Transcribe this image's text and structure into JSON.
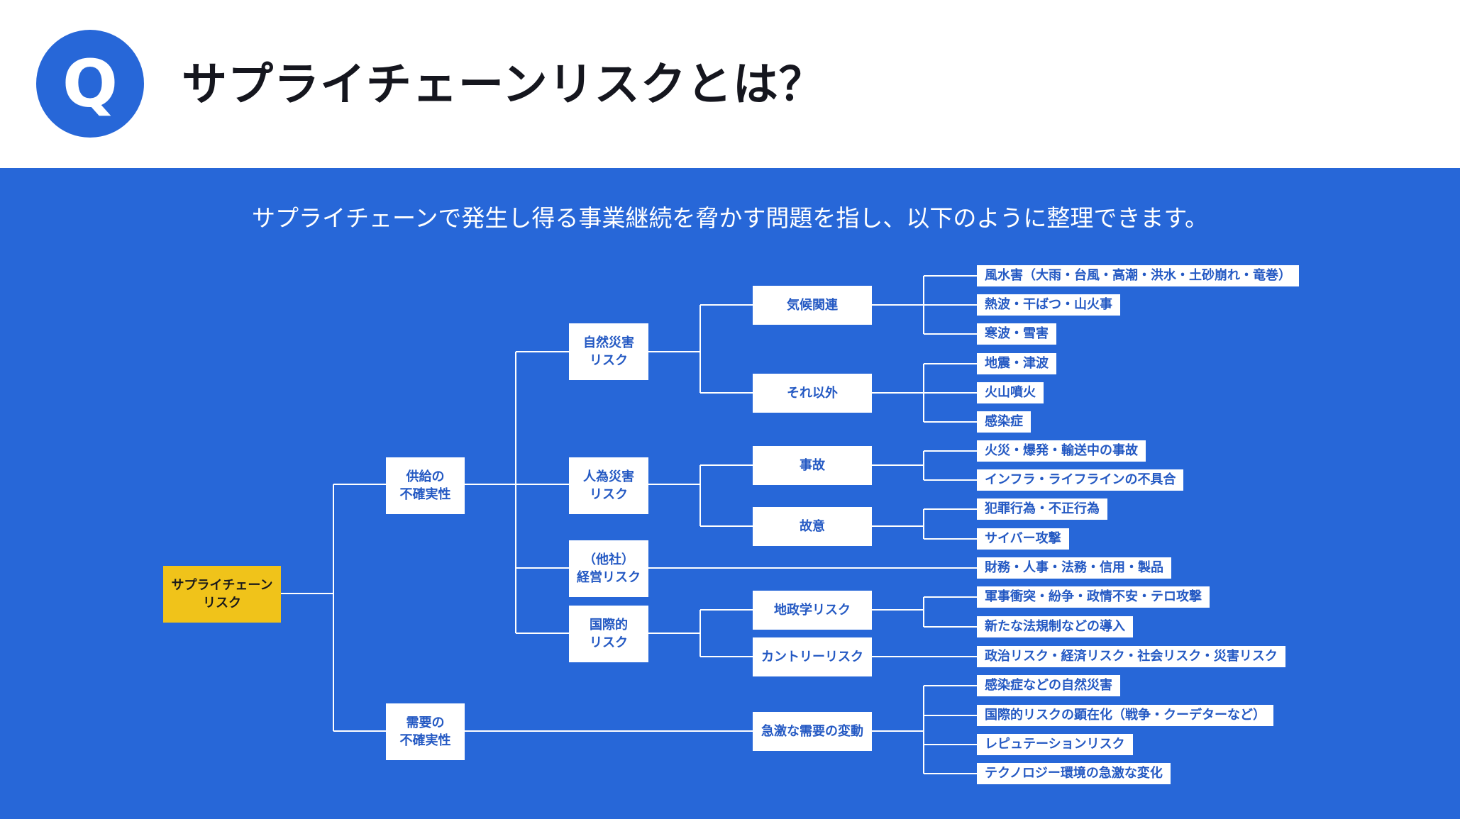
{
  "header": {
    "badge": "Q",
    "title": "サプライチェーンリスクとは？"
  },
  "subtitle": "サプライチェーンで発生し得る事業継続を脅かす問題を指し、以下のように整理できます。",
  "colors": {
    "panel": "#2767d8",
    "root": "#f0c31a",
    "node_text": "#2459c3",
    "line": "#ffffff"
  },
  "tree": {
    "root": "サプライチェーン\nリスク",
    "level1": [
      "供給の\n不確実性",
      "需要の\n不確実性"
    ],
    "level2": [
      "自然災害\nリスク",
      "人為災害\nリスク",
      "（他社）\n経営リスク",
      "国際的\nリスク"
    ],
    "level3": [
      "気候関連",
      "それ以外",
      "事故",
      "故意",
      "地政学リスク",
      "カントリーリスク",
      "急激な需要の変動"
    ],
    "leaves": [
      "風水害（大雨・台風・高潮・洪水・土砂崩れ・竜巻）",
      "熱波・干ばつ・山火事",
      "寒波・雪害",
      "地震・津波",
      "火山噴火",
      "感染症",
      "火災・爆発・輸送中の事故",
      "インフラ・ライフラインの不具合",
      "犯罪行為・不正行為",
      "サイバー攻撃",
      "財務・人事・法務・信用・製品",
      "軍事衝突・紛争・政情不安・テロ攻撃",
      "新たな法規制などの導入",
      "政治リスク・経済リスク・社会リスク・災害リスク",
      "感染症などの自然災害",
      "国際的リスクの顕在化（戦争・クーデターなど）",
      "レピュテーションリスク",
      "テクノロジー環境の急激な変化"
    ]
  }
}
